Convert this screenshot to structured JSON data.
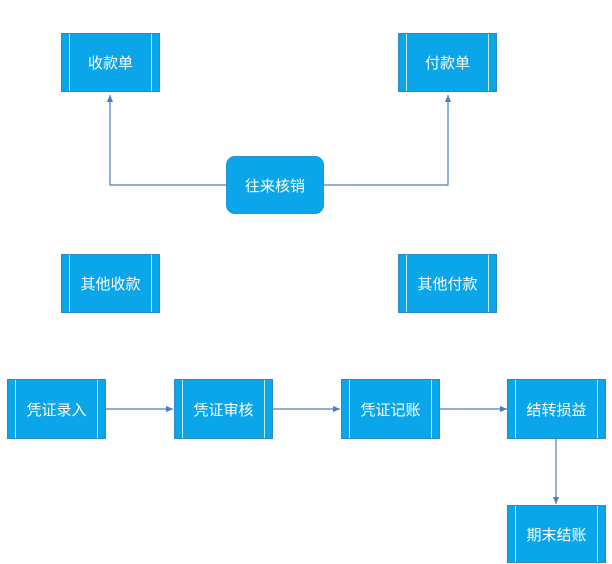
{
  "nodes": {
    "receipt": "收款单",
    "payment": "付款单",
    "write_off": "往来核销",
    "other_receipt": "其他收款",
    "other_payment": "其他付款",
    "voucher_entry": "凭证录入",
    "voucher_review": "凭证审核",
    "voucher_posting": "凭证记账",
    "transfer_profit_loss": "结转损益",
    "period_close": "期末结账"
  },
  "colors": {
    "node_fill": "#0aa6e9",
    "node_border": "#2d8ac8",
    "node_text": "#ffffff",
    "connector": "#4a7fc1"
  }
}
